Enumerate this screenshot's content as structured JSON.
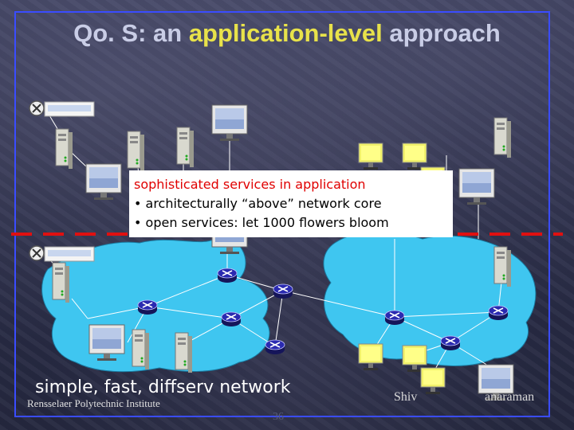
{
  "title": {
    "prefix": "Qo. S: an ",
    "highlight": "application-level",
    "suffix": " approach"
  },
  "callout": {
    "heading": "sophisticated services in application",
    "bullets": [
      "• architecturally “above” network core",
      "• open services: let 1000 flowers bloom"
    ]
  },
  "network_label": "simple, fast, diffserv network",
  "footer": {
    "institution": "Rensselaer Polytechnic Institute",
    "author_partial_left": "Shiv",
    "author_partial_right": "anaraman",
    "slide_number": "36"
  },
  "colors": {
    "title": "#c9cde6",
    "title_highlight": "#e8e24a",
    "frame": "#3a4cff",
    "cloud": "#3fc6f0",
    "dashed_line": "#e01010",
    "callout_heading": "#e00000"
  }
}
